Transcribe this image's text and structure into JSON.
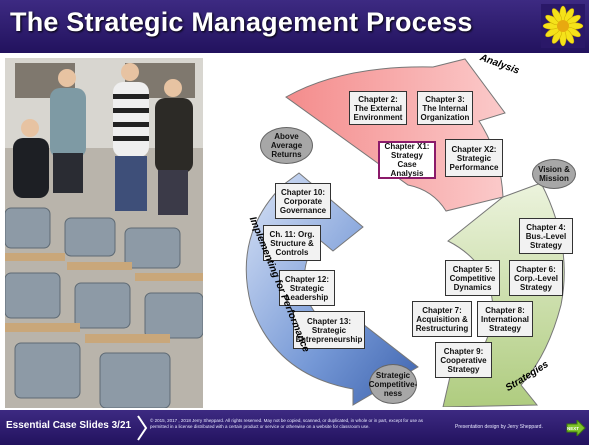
{
  "header": {
    "title": "The Strategic Management Process"
  },
  "labels": {
    "analysis": "Analysis",
    "strategies": "Strategies",
    "implementing": "Implementing for Performance"
  },
  "ovals": {
    "returns": "Above\nAverage\nReturns",
    "vision": "Vision &\nMission",
    "competitiveness": "Strategic\nCompetitive-\nness"
  },
  "analysis_boxes": {
    "ch2": "Chapter 2:\nThe External\nEnvironment",
    "ch3": "Chapter 3:\nThe Internal\nOrganization",
    "x1": "Chapter X1:\nStrategy\nCase Analysis",
    "x2": "Chapter X2:\nStrategic\nPerformance"
  },
  "strategy_boxes": {
    "ch4": "Chapter 4:\nBus.-Level\nStrategy",
    "ch5": "Chapter 5:\nCompetitive\nDynamics",
    "ch6": "Chapter 6:\nCorp.-Level\nStrategy",
    "ch7": "Chapter 7:\nAcquisition &\nRestructuring",
    "ch8": "Chapter 8:\nInternational\nStrategy",
    "ch9": "Chapter 9:\nCooperative\nStrategy"
  },
  "implement_boxes": {
    "ch10": "Chapter 10:\nCorporate\nGovernance",
    "ch11": "Ch. 11: Org.\nStructure &\nControls",
    "ch12": "Chapter 12:\nStrategic\nLeadership",
    "ch13": "Chapter 13:\nStrategic\nEntrepreneurship"
  },
  "footer": {
    "slide": "Essential Case Slides 3/21",
    "copyright": "© 2015, 2017 , 2018 Jerry Sheppard. All rights reserved. May not be copied, scanned, or duplicated, in whole or in part, except for use as permitted in a license distributed with a certain product or service or otherwise on a website for classroom use.",
    "credit": "Presentation design by Jerry Sheppard.",
    "next": "NEXT"
  },
  "colors": {
    "header": "#2f1f75",
    "analysis": "#f6a3a3",
    "strategies": "#c5d9a0",
    "implementing": "#5f86c8",
    "highlight": "#8b1a6a"
  }
}
